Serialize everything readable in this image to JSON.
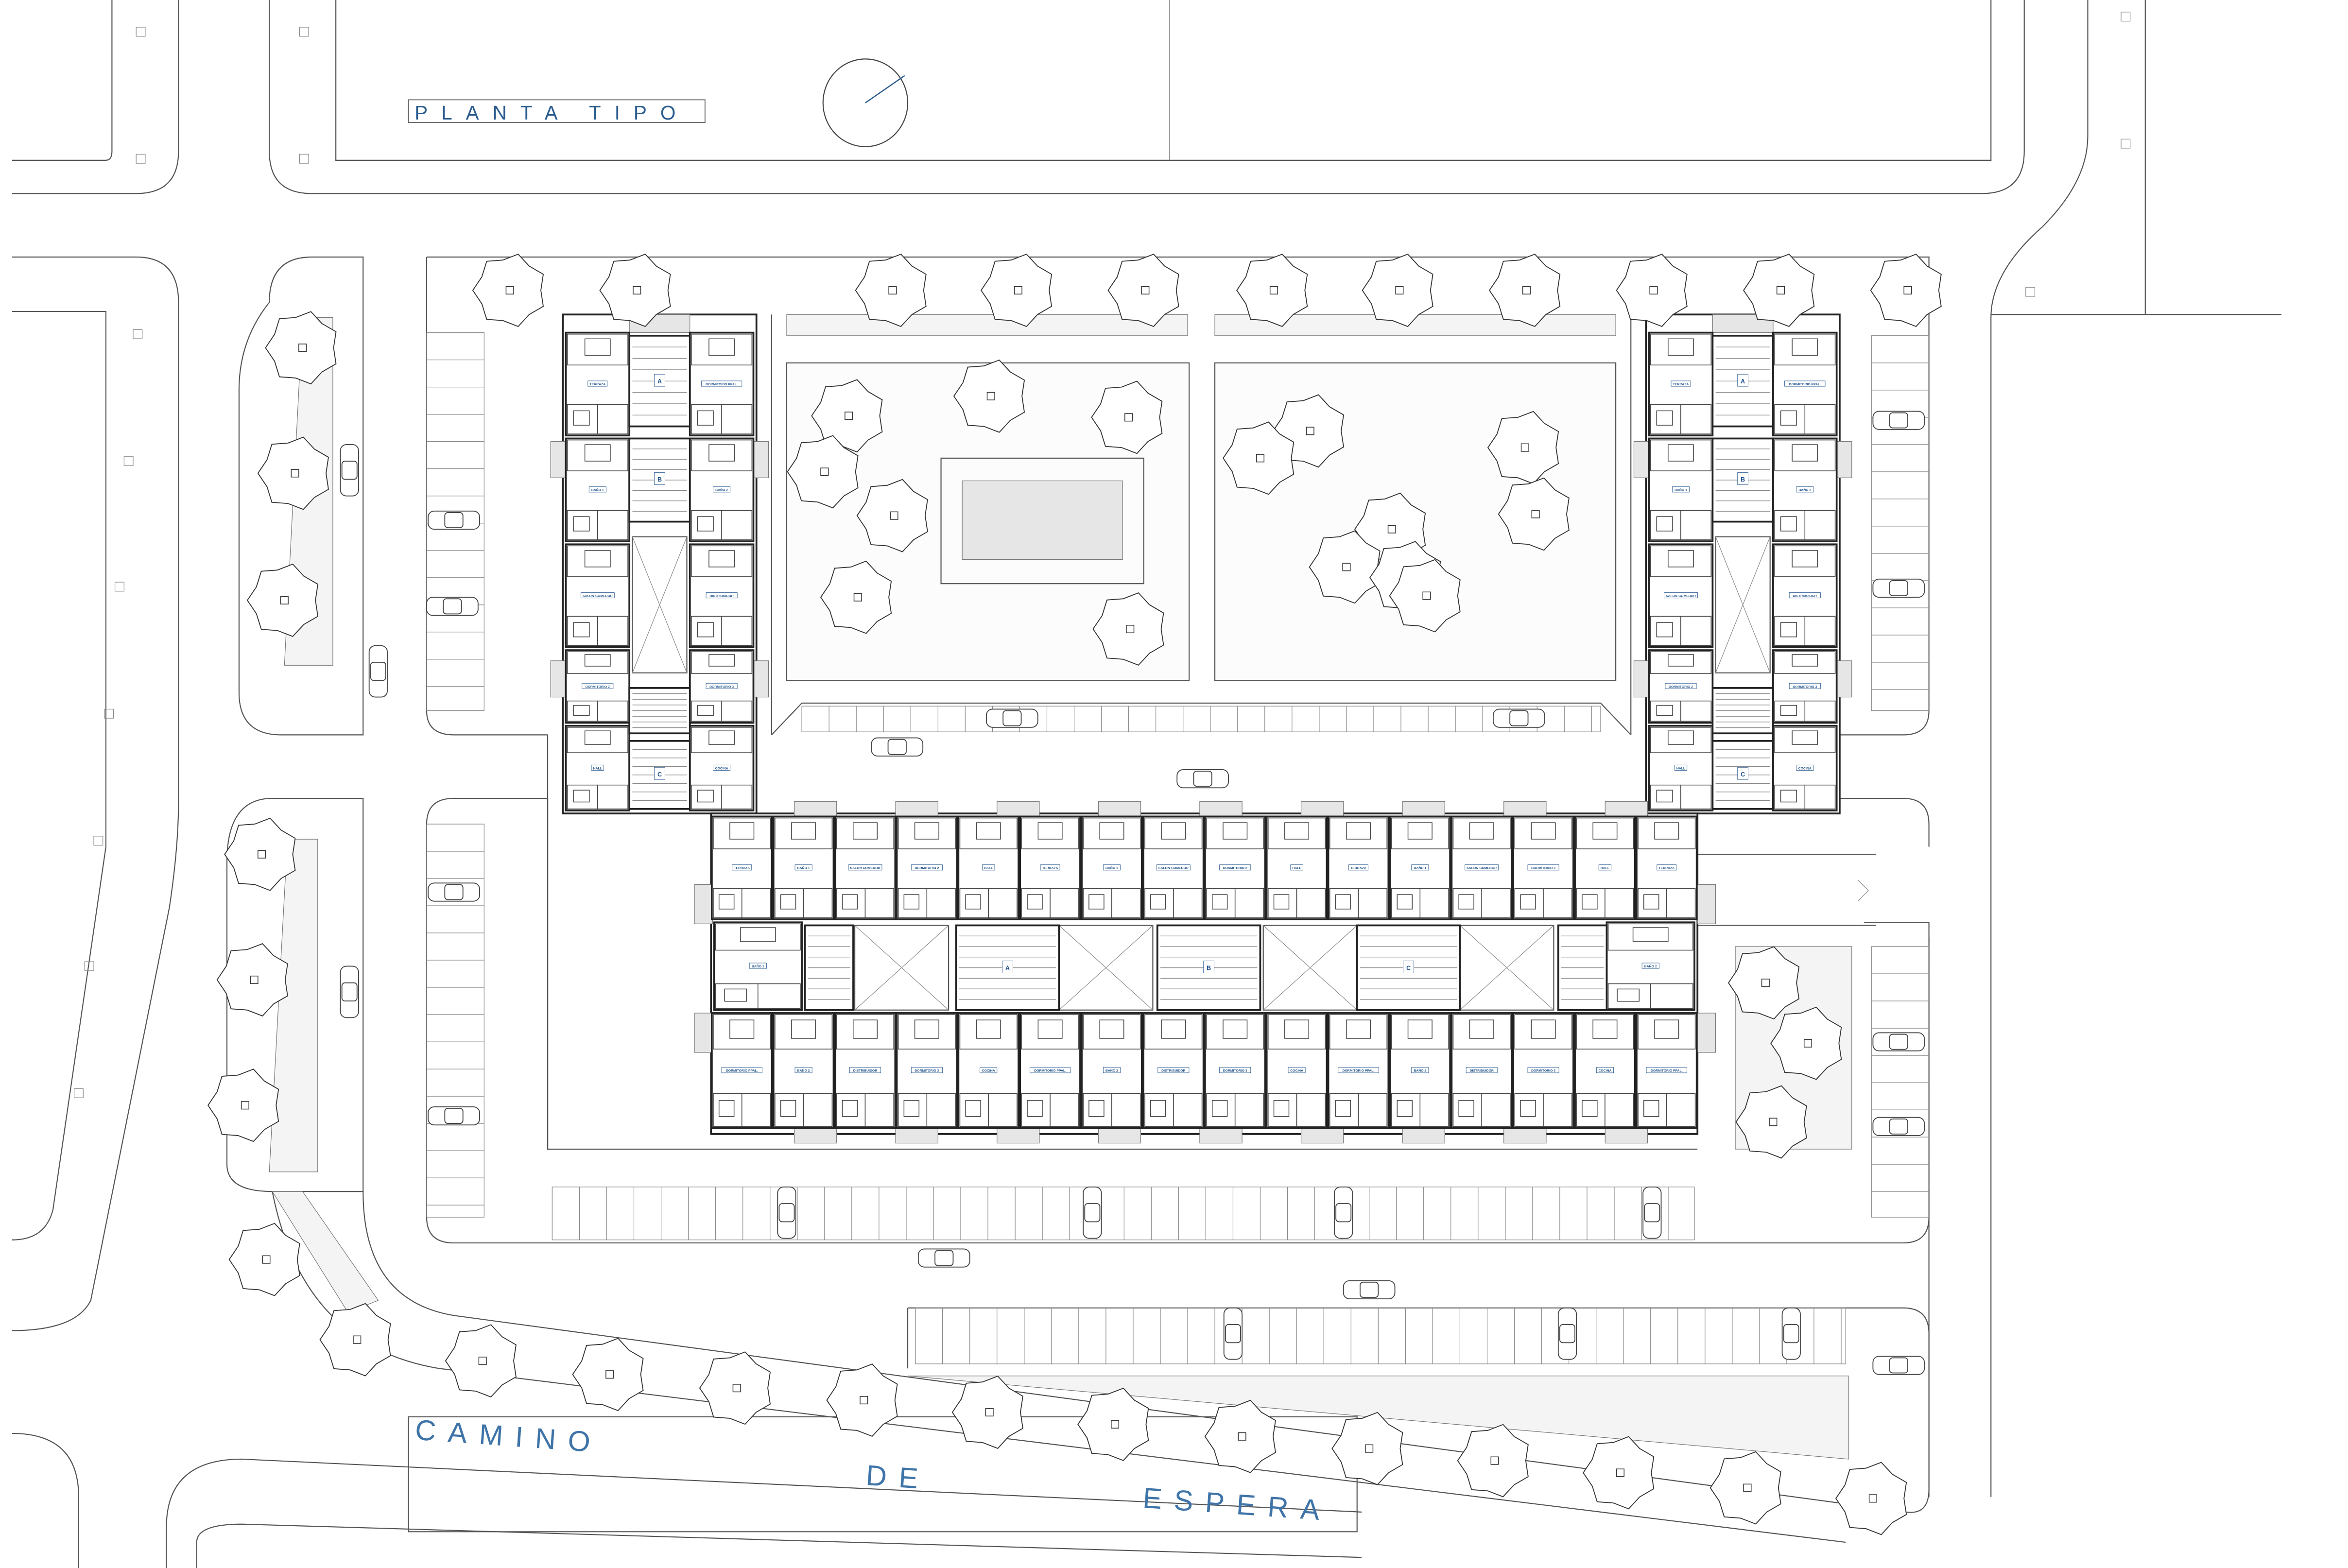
{
  "title": "PLANTA TIPO",
  "street_name": {
    "word1": "CAMINO",
    "word2": "DE",
    "word3": "ESPERA"
  },
  "room_labels": [
    "TERRAZA",
    "DORMITORIO PPAL.",
    "BAÑO 1",
    "BAÑO 2",
    "SALON-COMEDOR",
    "DISTRIBUIDOR",
    "DORMITORIO 2",
    "DORMITORIO 3",
    "HALL",
    "COCINA"
  ],
  "unit_letters": [
    "A",
    "B",
    "C"
  ],
  "colors": {
    "label": "#1b4f8a",
    "title": "#2a5b8e",
    "line": "#555555"
  }
}
